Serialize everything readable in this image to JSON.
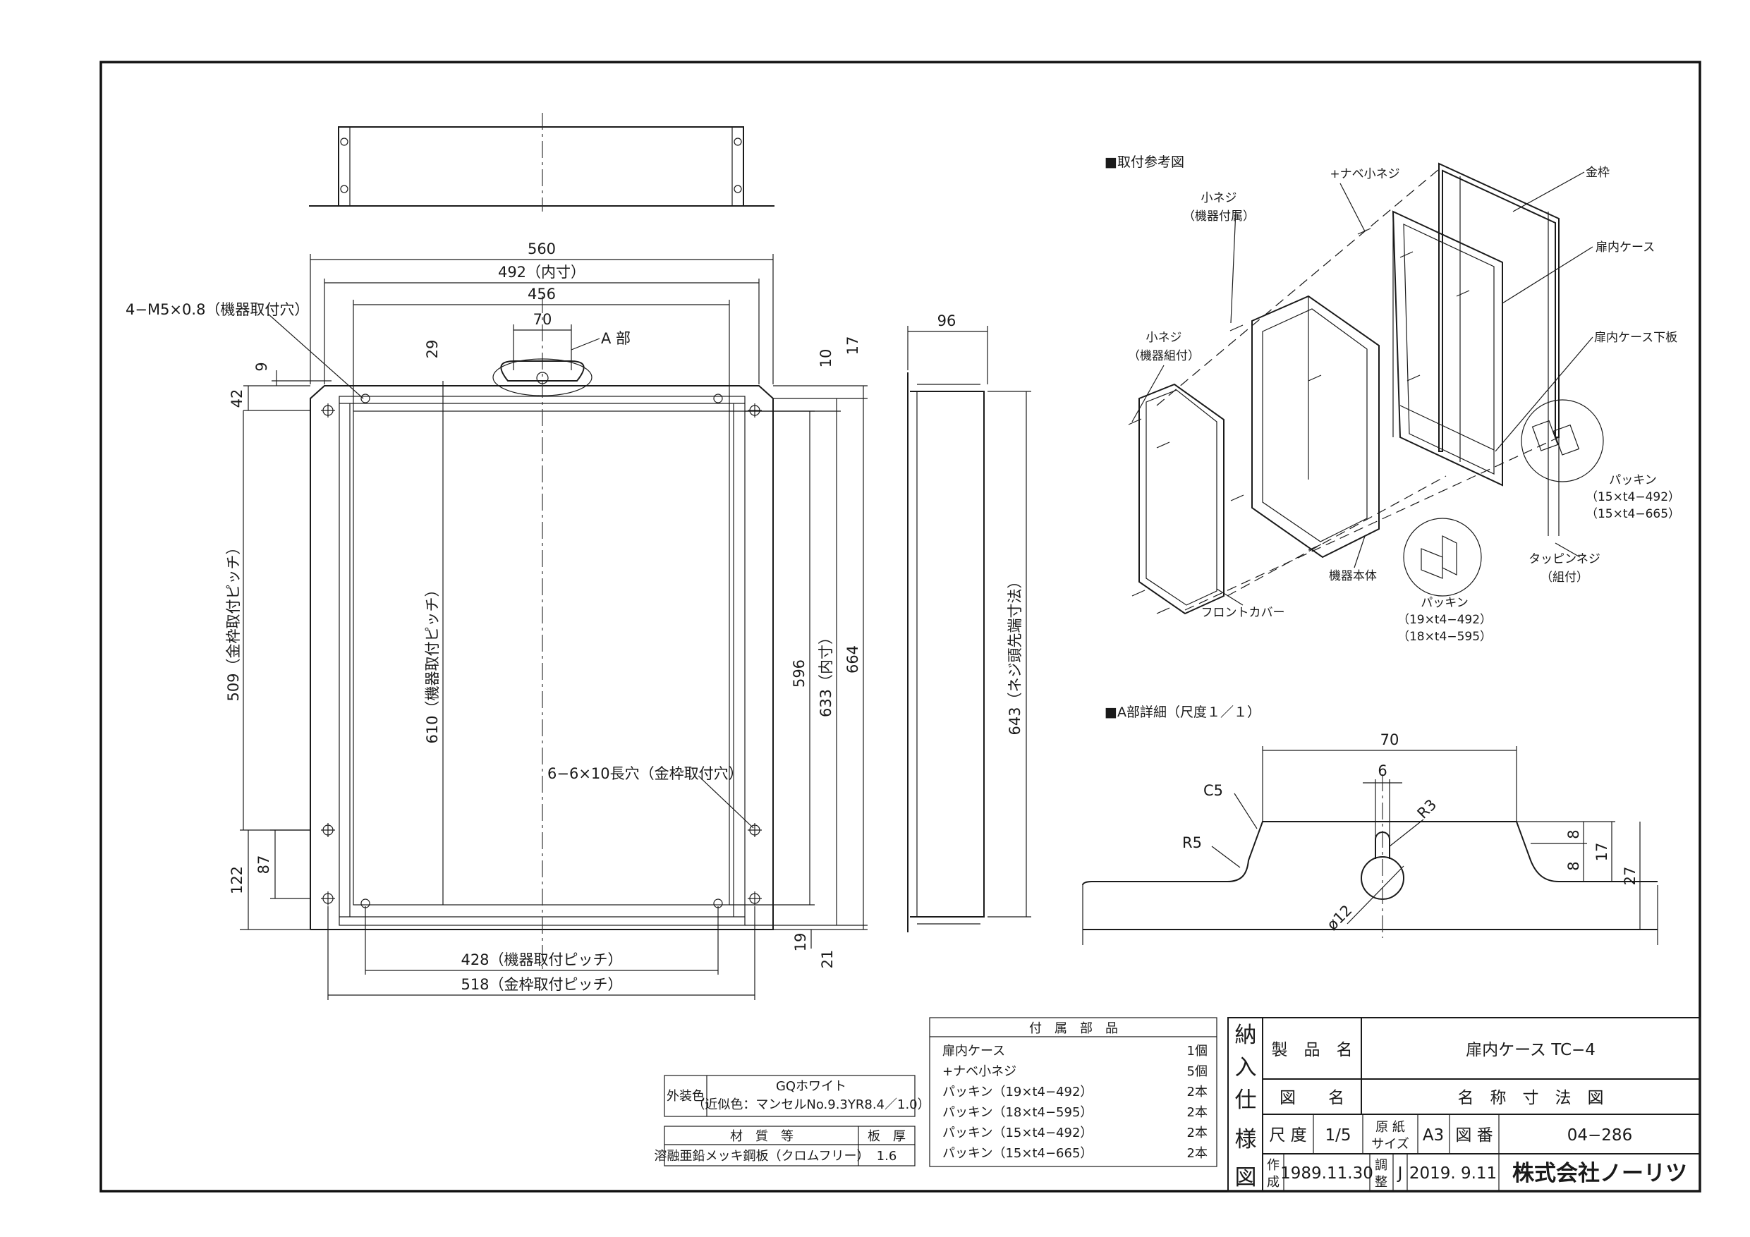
{
  "drawing": {
    "front_view": {
      "dims": {
        "w560": "560",
        "w492": "492（内寸）",
        "w456": "456",
        "w70": "70",
        "a_part": "A 部",
        "holes_note": "4−M5×0.8（機器取付穴）",
        "h9": "9",
        "h42": "42",
        "h29": "29",
        "h10": "10",
        "h17": "17",
        "h509": "509（金枠取付ピッチ）",
        "h610": "610（機器取付ピッチ）",
        "h596": "596",
        "h633": "633（内寸）",
        "h664": "664",
        "slot_note": "6−6×10長穴（金枠取付穴）",
        "h122": "122",
        "h87": "87",
        "h19": "19",
        "h21": "21",
        "w428": "428（機器取付ピッチ）",
        "w518": "518（金枠取付ピッチ）"
      }
    },
    "side_view": {
      "w96": "96",
      "h643": "643（ネジ頭先端寸法）"
    },
    "assembly": {
      "title": "■取付参考図",
      "small_screw_1": "小ネジ",
      "small_screw_1_sub": "（機器付属）",
      "pan_screw": "+ナベ小ネジ",
      "metal_frame": "金枠",
      "door_case": "扉内ケース",
      "small_screw_2": "小ネジ",
      "small_screw_2_sub": "（機器組付）",
      "bottom_plate": "扉内ケース下板",
      "packing_a": "パッキン",
      "packing_a_1": "（15×t4−492）",
      "packing_a_2": "（15×t4−665）",
      "tapping_screw": "タッピンネジ",
      "tapping_screw_sub": "（組付）",
      "body": "機器本体",
      "packing_b": "パッキン",
      "packing_b_1": "（19×t4−492）",
      "packing_b_2": "（18×t4−595）",
      "front_cover": "フロントカバー"
    },
    "detail": {
      "title": "■A部詳細（尺度１／１）",
      "d70": "70",
      "d6": "6",
      "c5": "C5",
      "r3": "R3",
      "r5": "R5",
      "d8a": "8",
      "d8b": "8",
      "d17": "17",
      "d27": "27",
      "phi12": "ø12"
    }
  },
  "finish": {
    "label": "外装色",
    "color": "GQホワイト",
    "approx": "（近似色：マンセルNo.9.3YR8.4／1.0）",
    "material_header": "材　質　等",
    "thickness_header": "板　厚",
    "material": "溶融亜鉛メッキ鋼板（クロムフリー）",
    "thickness": "1.6"
  },
  "accessories": {
    "header": "付　属　部　品",
    "items": [
      {
        "name": "扉内ケース",
        "qty": "1個"
      },
      {
        "name": "+ナベ小ネジ",
        "qty": "5個"
      },
      {
        "name": "パッキン（19×t4−492）",
        "qty": "2本"
      },
      {
        "name": "パッキン（18×t4−595）",
        "qty": "2本"
      },
      {
        "name": "パッキン（15×t4−492）",
        "qty": "2本"
      },
      {
        "name": "パッキン（15×t4−665）",
        "qty": "2本"
      }
    ]
  },
  "title_block": {
    "delivery": [
      "納",
      "入",
      "仕",
      "様",
      "図"
    ],
    "product_label": "製　品　名",
    "product": "扉内ケース TC−4",
    "drawing_label": "図　　名",
    "drawing": "名　称　寸　法　図",
    "scale_label": "尺 度",
    "scale": "1/5",
    "paper_label_1": "原 紙",
    "paper_label_2": "サイズ",
    "paper": "A3",
    "number_label": "図 番",
    "number": "04−286",
    "made_label_1": "作",
    "made_label_2": "成",
    "made": "1989.11.30",
    "adj_label_1": "調",
    "adj_label_2": "整",
    "adj_mark": "J",
    "adj": "2019. 9.11",
    "company": "株式会社ノーリツ"
  }
}
